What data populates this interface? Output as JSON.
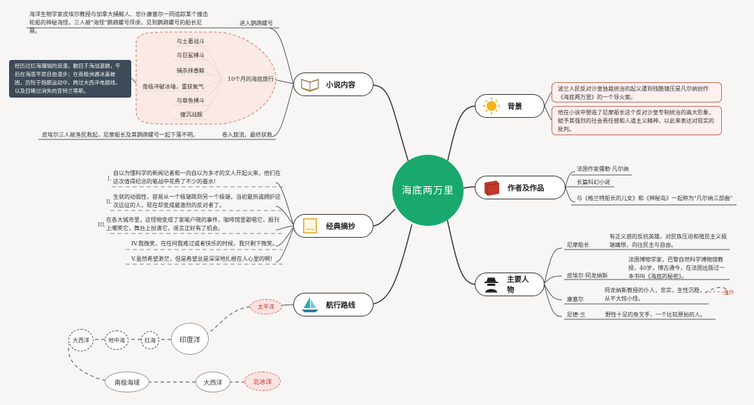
{
  "center": {
    "title": "海底两万里"
  },
  "branches": {
    "novel": "小说内容",
    "background": "背景",
    "author": "作者及作品",
    "quotes": "经典摘抄",
    "characters": "主要人物",
    "route": "航行路线"
  },
  "novel": {
    "intro": "海洋生物学家皮埃尔教授与加拿大捕鲸人、忠仆康塞尔一同追踪某个撞击轮船的神秘海怪，三人被\"海怪\"鹦鹉螺号俘虏，见到鹦鹉螺号的船长尼莫。",
    "enter": "进入鹦鹉螺号",
    "voyage": "10个月的海底旅行",
    "events": [
      "与土著战斗",
      "与巨鲨搏斗",
      "捕杀抹香鲸",
      "南极冲破冰墙，重获氧气",
      "与章鱼搏斗",
      "撞沉战舰"
    ],
    "dark_note": "经历过红海珊瑚的浪漫，触目于海战遗骸，午后在海底平原自由漫步；在南极洲遇冰盖被困，历险于炮舰运动中，跨过大西洋电报线，以及目睹过消失的亚特兰蒂斯。",
    "ending_text": "皮埃尔三人被渔民救起，尼摩船长及其鹦鹉螺号一起下落不明。",
    "ending_label": "卷入旋流，最终获救"
  },
  "background": {
    "items": [
      "波兰人民反对沙皇独裁统治的起义遭到残酷镇压是凡尔纳创作《海底两万里》的一个导火索。",
      "他在小说中塑造了尼摩船长这个反对沙皇专制统治的高大形象，赋予其强烈的社会责任感和人道主义精神，以此来表达对现实的批判。"
    ]
  },
  "author": {
    "items": [
      "法国作家儒勒·凡尔纳",
      "长篇科幻小说",
      "与《格兰特船长的儿女》和《神秘岛》一起称为\"凡尔纳三部曲\""
    ]
  },
  "quotes": {
    "items": [
      {
        "num": "I.",
        "text": "自以为懂科学的新闻记者和一向自以为多才的文人开起火来，他们在这次值得纪念的笔战中花费了不少的墨水!"
      },
      {
        "num": "II.",
        "text": "生就的动弱性，容易从一个极端跳到另一个极端，当初最热诚拥护这次远征的人，现在却变成最激烈的反对者了。"
      },
      {
        "num": "III.",
        "text": "在各大城市里，这怪物变成了家喻户晓的事件，咖啡馆里歌唱它，报刊上嘲笑它，舞台上扮演它，谣言正好有了机会。"
      },
      {
        "num": "",
        "text": "IV.我微笑，在任何我难过或者快乐的时候，我只剩下微笑。"
      },
      {
        "num": "",
        "text": "V.虽然希望渺茫，但是希望总是深深地扎根在人心里的啊!"
      }
    ]
  },
  "characters": {
    "people": [
      {
        "name": "尼摩船长",
        "desc": "有正义感的反抗英雄，对民族压迫和殖民主义极端痛恨，向往民主与自由。"
      },
      {
        "name": "皮埃尔·阿龙纳斯",
        "desc": "法国博物学家，巴黎自然科学博物馆教授，40岁，博古通今，在法国出版过一本书叫《海底的秘密》。"
      },
      {
        "name": "康塞尔",
        "desc": "阿龙纳斯教授的仆人，忠实，生性沉稳，从不大惊小怪。"
      },
      {
        "name": "尼德·兰",
        "desc": "野性十足的鱼叉手，一个比较原始的人。"
      }
    ],
    "master": "主仆"
  },
  "route": {
    "places": [
      "太平洋",
      "印度洋",
      "红海",
      "地中海",
      "大西洋",
      "南极海域",
      "大西洋",
      "北冰洋"
    ]
  },
  "colors": {
    "center": "#19a86e",
    "accent": "#c96a5a",
    "dark": "#3d4a57"
  }
}
